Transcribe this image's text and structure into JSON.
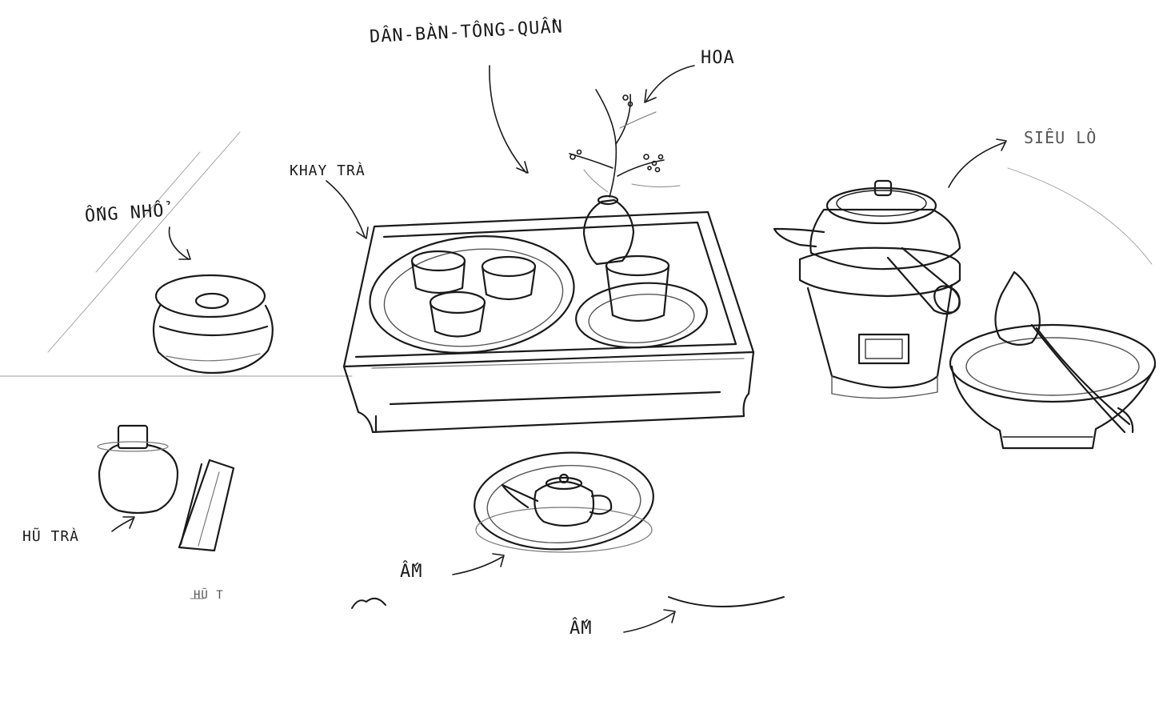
{
  "labels": {
    "dam_ban_tong_quan": "DÂN-BÀN-TÔNG-QUẦN",
    "hoa": "HOA",
    "khay_tra": "KHAY TRÀ",
    "ong_nho": "ỐNG NHỔ",
    "sieu_lo": "SIÊU LÒ",
    "hu_tra": "HŨ TRÀ",
    "am_1": "ẤM",
    "am_2": "ẤM",
    "hu_tra_faded": "HŨ T"
  },
  "colors": {
    "ink": "#1a1a1a",
    "faint_ink": "#9a9a9a",
    "paper": "#ffffff"
  }
}
